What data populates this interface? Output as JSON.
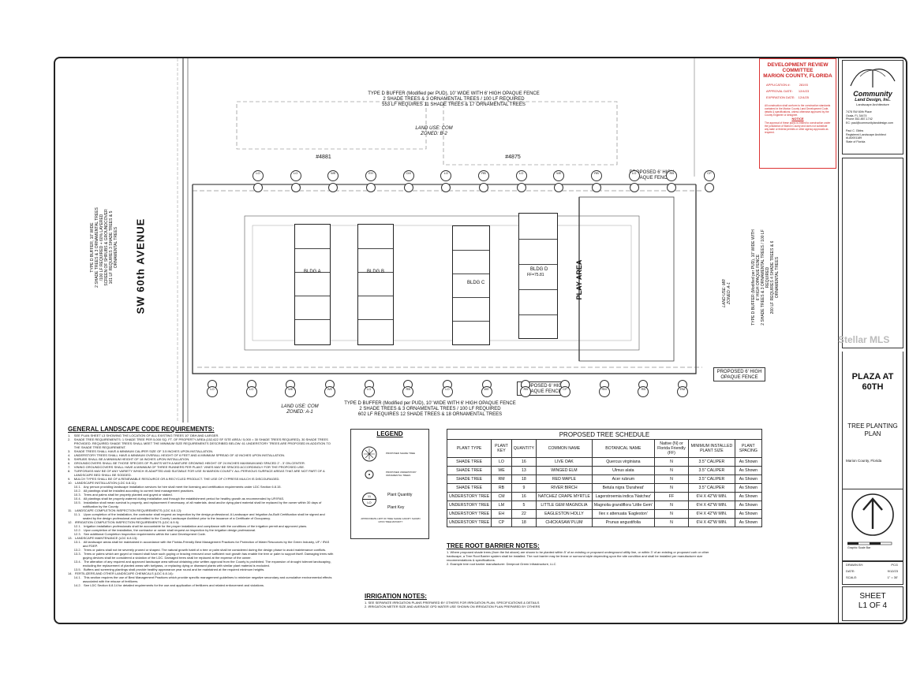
{
  "drc": {
    "title": "DEVELOPMENT REVIEW COMMITTEE",
    "county": "MARION COUNTY, FLORIDA",
    "application_label": "APPLICATION #:",
    "application_value": "28193",
    "approval_label": "APPROVAL DATE:",
    "approval_value": "12/4/23",
    "expiration_label": "EXPIRATION DATE:",
    "expiration_value": "12/4/25",
    "note1": "All construction shall conform to the construction standards contained in the Marion County Land Development Code, details & specifications, unless otherwise approved by the County Engineer or designee.",
    "notice_title": "NOTICE",
    "note2": "The approval of these plans is limited to construction under the jurisdiction of Marion County and does not substitute any state or federal permits or other agency approvals as required."
  },
  "firm": {
    "logo_line1": "Community",
    "logo_line2": "Land Design, Inc.",
    "logo_line3": "Landscape Architecture",
    "address1": "7478 SW 60th Place",
    "address2": "Ocala, FL  34474",
    "phone": "Phone 352-857-1742",
    "email": "EC: paul@communitylanddesign.com",
    "architect_name": "Paul C. Gibbs",
    "architect_title": "Registered Landscape Architect",
    "license": "#LA0001189",
    "state": "State of Florida"
  },
  "project": {
    "name": "PLAZA AT 60TH",
    "sheet_title": "TREE PLANTING PLAN",
    "location": "Marion County, Florida",
    "drawn_by_label": "DRAWN BY:",
    "drawn_by_value": "PCG",
    "date_label": "DATE:",
    "date_value": "9/12/23",
    "scale_label": "SCALE:",
    "scale_value": "1\" = 30'",
    "graphic_scale": "Graphic Scale Bar",
    "sheet_label": "SHEET",
    "sheet_number": "L1 OF 4"
  },
  "plan": {
    "street": "SW 60th AVENUE",
    "north_buffer_1": "TYPE D BUFFER (Modified per PUD), 10' WIDE WITH 6' HIGH OPAQUE FENCE",
    "north_buffer_2": "2 SHADE TREES & 3 ORNAMENTAL TREES / 100 LF REQUIRED",
    "north_buffer_3": "553 LF REQUIRES 11 SHADE TREES & 17 ORNAMENTAL TREES",
    "north_landuse_1": "LAND USE: COM",
    "north_landuse_2": "ZONED: B-2",
    "lot_4881": "#4881",
    "lot_4875": "#4875",
    "fence_north_1": "PROPOSED 6' HIGH",
    "fence_north_2": "OPAQUE FENCE",
    "bldg_a": "BLDG A",
    "bldg_b": "BLDG B",
    "bldg_c": "BLDG C",
    "bldg_d_1": "BLDG D",
    "bldg_d_2": "FF=75.81",
    "play_area": "PLAY AREA",
    "west_buffer_1": "TYPE D BUFFER, 10' WIDE",
    "west_buffer_2": "2 SHADE TREES & 3 ORNAMENTAL TREES",
    "west_buffer_3": "/100 LF REQUIRED + 60% LAYERED",
    "west_buffer_4": "SCREEN OF SHRUBS & GROUNDCOVER",
    "west_buffer_5": "161 LF REQUIRES 3 SHADE TREES & 5",
    "west_buffer_6": "ORNAMENTAL TREES",
    "east_buffer_1": "TYPE D BUFFER (Modified per PUD), 10' WIDE WITH",
    "east_buffer_2": "6' HIGH OPAQUE FENCE",
    "east_buffer_3": "2 SHADE TREES & 3 ORNAMENTAL TREES / 100 LF",
    "east_buffer_4": "REQUIRED",
    "east_buffer_5": "200 LF REQUIRES 4 SHADE TREES & 6",
    "east_buffer_6": "ORNAMENTAL TREES",
    "east_landuse_1": "LAND USE: MR",
    "east_landuse_2": "ZONED: A-1",
    "fence_east_1": "PROPOSED 6' HIGH",
    "fence_east_2": "OPAQUE FENCE",
    "fence_south_1": "PROPOSED 6' HIGH",
    "fence_south_2": "OPAQUE FENCE",
    "south_landuse_1": "LAND USE: COM",
    "south_landuse_2": "ZONED: A-1",
    "south_buffer_1": "TYPE D BUFFER (Modified per PUD), 10' WIDE WITH 6' HIGH OPAQUE FENCE",
    "south_buffer_2": "2 SHADE TREES & 3 ORNAMENTAL TREES / 100 LF REQUIRED",
    "south_buffer_3": "602 LF REQUIRES 12 SHADE TREES & 18 ORNAMENTAL TREES",
    "north_tags": [
      "LO",
      "LO",
      "WE",
      "EH",
      "CM",
      "LO",
      "RB",
      "LO",
      "WE",
      "RB",
      "LO",
      "RB",
      "CP"
    ],
    "south_tags": [
      "LO",
      "LO",
      "WE",
      "WE",
      "LO",
      "RB",
      "LO",
      "WE",
      "RB",
      "CP",
      "RM",
      "RB",
      "RM"
    ]
  },
  "general": {
    "title": "GENERAL LANDSCAPE CODE REQUIREMENTS:",
    "lines": [
      "1.    SEE PLAN SHEET L3 SHOWING THE LOCATION OF ALL EXISTING TREES 10\" DBH AND LARGER.",
      "2.    SHADE TREE REQUIREMENTS: 1 SHADE TREE PER 5,000 SQ. FT. OF PROPERTY AREA (152,622 SF SITE AREA / 5,000 = 30 SHADE TREES REQUIRED). 30 SHADE TREES",
      "       PROVIDED. REQUIRED SHADE TREES SHALL MEET THE MINIMUM SIZE REQUIREMENTS DESCRIBED BELOW. 61 UNDERSTORY TREES ARE PROPOSED IN ADDITION TO",
      "       THE SHADE TREE REQUIREMENT.",
      "3.    SHADE TREES SHALL HAVE A MINIMUM CALIPER SIZE OF 3.5 INCHES UPON INSTALLATION.",
      "4.    UNDERSTORY TREES SHALL HAVE A MINIMUM OVERALL HEIGHT OF 6 FEET AND A MINIMUM SPREAD OF 42 INCHES UPON INSTALLATION.",
      "5.    SHRUBS SHALL BE A MINIMUM HEIGHT OF 18 INCHES UPON INSTALLATION.",
      "6.    GROUNDCOVERS SHALL BE THOSE SPECIES OF PLANTS WITH A MATURE GROWING HEIGHT OF 24 INCHES MAXIMUM AND SPACED 2' - 3' ON-CENTER.",
      "7.    VINING GROUNDCOVERS SHALL HAVE A MINIMUM OF THREE RUNNERS PER PLANT. VINES MAY BE SPACED ACCORDINGLY FOR THE PROPOSED USE.",
      "8.    TURFGRASS MAY BE OF ANY VARIETY WHICH IS ADAPTED AND SUITABLE FOR USE IN MARION COUNTY. ALL PERVIOUS SURFACE AREAS THAT ARE NOT PART OF A",
      "       LANDSCAPE BED SHALL BE SODDED.",
      "9.    MULCH TYPES SHALL BE OF A RENEWABLE RESOURCE OR A RECYCLED PRODUCT. THE USE OF CYPRESS MULCH IS DISCOURAGED.",
      "10.   LANDSCAPE INSTALLATION (LDC 6.8.11):",
      "       10.1.   Any person providing landscape installation services for hire shall meet the licensing and certification requirements under LDC Section 6.8.15.",
      "       10.2.   All plantings shall be installed according to current best management practices.",
      "       10.3.   Trees and palms shall be properly planted and guyed or staked.",
      "       10.4.   All plantings shall be properly watered during installation and through the establishment period for healthy growth as recommended by UF/IFAS.",
      "       10.5.   Installation shall mean survival is properly, and replacement if necessary, of all materials. dead and/or dying plant material shall be replaced by the owner within 30 days of",
      "                 notification by the County.",
      "11.   LANDSCAPE COMPLETION INSPECTION REQUIREMENTS (LDC 6.8.12):",
      "       11.1.   Upon completion of the installation, the contractor shall request an inspection by the design professional. A Landscape and Irrigation As-Built Certification shall be signed and",
      "                 sealed by the design professional and submitted to the County Landscape Architect prior to the issuance of a Certificate of Occupancy.",
      "12.   IRRIGATION COMPLETION INSPECTION REQUIREMENTS (LDC 6.9.9):",
      "       12.1.   Irrigation installation professionals shall be accountable for the proper installation and compliance with the conditions of the irrigation permit and approved plans.",
      "       12.2.   Upon completion of the installation, the contractor or owner shall request an inspection by the irrigation design professional.",
      "       12.3.   See additional Completion Inspection requirements within the Land Development Code.",
      "13.   LANDSCAPE MAINTENANCE (LDC 6.8.13):",
      "       13.1.   All landscape areas shall be maintained in accordance with the Florida-Friendly Best Management Practices for Protection of Water Resources by the Green Industry, UF / IFAS",
      "                 and FDEP.",
      "       13.2.   Trees or palms shall not be severely pruned or shaped. The natural growth habit of a tree or palm shall be considered during the design phase to avoid maintenance conflicts.",
      "       13.3.   Trees or palms which are guyed or braced shall have such guying or bracing removed once sufficient root growth has enable the tree or palm to support itself. Damaging trees with",
      "                 guying devices shall be considered a violation of the LDC. Damaged trees shall be replaced at the expense of the owner.",
      "       13.4.   The alteration of any required and approved landscape area without obtaining prior written approval from the County is prohibited. The expansion of drought tolerant landscaping,",
      "                 excluding the replacement of planted areas with turfgrass, or replacing dying or diseased plants with similar plant material is excluded.",
      "       13.5.   Buffers and screening plantings shall provide healthy appearance year round and be maintained at the required minimum heights.",
      "14.   FERTILIZERS AND OTHER LANDSCAPE CHEMICALS (LDC 6.8.14):",
      "       14.1.   This section requires the use of Best Management Practices which provide specific management guidelines to minimize negative secondary and cumulative environmental effects",
      "                 associated with the misuse of fertilizers.",
      "       14.2.   See LDC Section 6.8.14 for detailed requirements for the use and application of fertilizers and related enforcement and violations."
    ]
  },
  "legend": {
    "title": "LEGEND",
    "item1": "PROPOSED SHADE TREE",
    "item2": "PROPOSED UNDERSTORY ORNAMENTAL TREES",
    "qty_label": "Plant Quantity",
    "key_label": "Plant Key",
    "sample_qty": "11",
    "sample_key": "LO",
    "note": "APPROXIMATE LIMIT OF TREE SHADE CANOPY SHOWN UPON TREE MATURITY"
  },
  "schedule": {
    "title": "PROPOSED TREE SCHEDULE",
    "headers": [
      "PLANT TYPE",
      "PLANT KEY",
      "QUANTITY",
      "COMMON NAME",
      "BOTANICAL NAME",
      "Native (N) or Florida Friendly (FF)",
      "MINIMUM INSTALLED PLANT SIZE",
      "PLANT SPACING"
    ],
    "rows": [
      [
        "SHADE TREE",
        "LO",
        "16",
        "LIVE OAK",
        "Quercus virginiana",
        "N",
        "3.5\" CALIPER",
        "As Shown"
      ],
      [
        "SHADE TREE",
        "WE",
        "13",
        "WINGED ELM",
        "Ulmus alata",
        "N",
        "3.5\" CALIPER",
        "As Shown"
      ],
      [
        "SHADE TREE",
        "RM",
        "18",
        "RED MAPLE",
        "Acer rubrum",
        "N",
        "3.5\" CALIPER",
        "As Shown"
      ],
      [
        "SHADE TREE",
        "RB",
        "9",
        "RIVER BIRCH",
        "Betula nigra 'Duraheat'",
        "N",
        "3.5\" CALIPER",
        "As Shown"
      ],
      [
        "UNDERSTORY TREE",
        "CM",
        "16",
        "NATCHEZ CRAPE MYRTLE",
        "Lagerstroemia indica 'Natchez'",
        "FF",
        "6'H X 42\"W MIN.",
        "As Shown"
      ],
      [
        "UNDERSTORY TREE",
        "LM",
        "5",
        "LITTLE GEM MAGNOLIA",
        "Magnolia grandiflora 'Little Gem'",
        "N",
        "6'H X 42\"W MIN.",
        "As Shown"
      ],
      [
        "UNDERSTORY TREE",
        "EH",
        "22",
        "EAGLESTON HOLLY",
        "Ilex x attenuata 'Eagleston'",
        "N",
        "6'H X 42\"W MIN.",
        "As Shown"
      ],
      [
        "UNDERSTORY TREE",
        "CP",
        "18",
        "CHICKASAW PLUM",
        "Prunus angustifolia",
        "N",
        "6'H X 42\"W MIN.",
        "As Shown"
      ]
    ]
  },
  "root_barrier": {
    "title": "TREE ROOT BARRIER NOTES:",
    "note1": "1.    Where proposed shade trees (from the list above) are shown to be planted within 5' of an existing or proposed underground utility line, or within 3' of an existing or proposed curb or other",
    "note1b": "       hardscape, a Tree Root Barrier system shall be installed. The root barrier may be linear or surround style depending upon the site condition and shall be installed per manufacturer size",
    "note1c": "       recommendations & specifications.",
    "note2": "2.    Example tree root barrier manufacturer:  Deeproot Green Infrastructure, LLC"
  },
  "irrigation": {
    "title": "IRRIGATION NOTES:",
    "note1": "1.    SEE SEPARATE IRRIGATION PLANS PREPARED BY OTHERS FOR IRRIGATION PLAN, SPECIFICATIONS & DETAILS",
    "note2": "2.    IRRIGATION METER SIZE AND AVERAGE GPD WATER USE SHOWN ON IRRIGATION PLAN PREPARED BY OTHERS"
  },
  "watermark": "Stellar MLS"
}
